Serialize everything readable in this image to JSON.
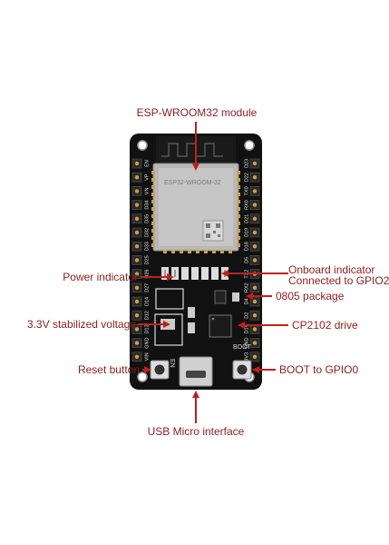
{
  "labels": {
    "module": "ESP-WROOM32 module",
    "power_indicator": "Power indicator",
    "onboard_indicator_line1": "Onboard indicator",
    "onboard_indicator_line2": "Connected to GPIO2",
    "package": "0805 package",
    "voltage": "3.3V stabilized voltage",
    "cp2102": "CP2102 drive",
    "reset": "Reset button",
    "boot": "BOOT to GPIO0",
    "usb": "USB Micro interface"
  },
  "board": {
    "chip_text_line1": "ESP32-WROOM-32",
    "en_label": "EN",
    "boot_label": "BOOT",
    "left_pins": [
      "EN",
      "VP",
      "VN",
      "D34",
      "D35",
      "D32",
      "D33",
      "D25",
      "D26",
      "D27",
      "D14",
      "D12",
      "D13",
      "GND",
      "VIN"
    ],
    "right_pins": [
      "D23",
      "D22",
      "TX0",
      "RX0",
      "D21",
      "D19",
      "D18",
      "D5",
      "TX2",
      "RX2",
      "D4",
      "D2",
      "D15",
      "GND",
      "3V3"
    ]
  },
  "colors": {
    "label": "#8c1d1d",
    "arrow": "#c0201e",
    "pcb": "#111111",
    "module_shield": "#b8b8b8"
  }
}
